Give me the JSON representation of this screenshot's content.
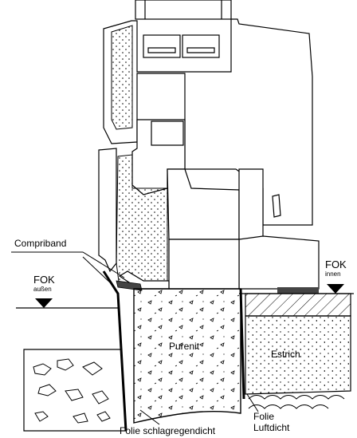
{
  "labels": {
    "compriband": "Compriband",
    "fok_outside": "FOK",
    "fok_outside_sub": "außen",
    "fok_inside": "FOK",
    "fok_inside_sub": "innen",
    "purenit": "Purenit",
    "estrich": "Estrich",
    "foil_rain": "Folie schlagregendicht",
    "foil_air_1": "Folie",
    "foil_air_2": "Luftdicht"
  },
  "colors": {
    "line": "#000000",
    "fill": "#ffffff",
    "seal": "#444444"
  }
}
